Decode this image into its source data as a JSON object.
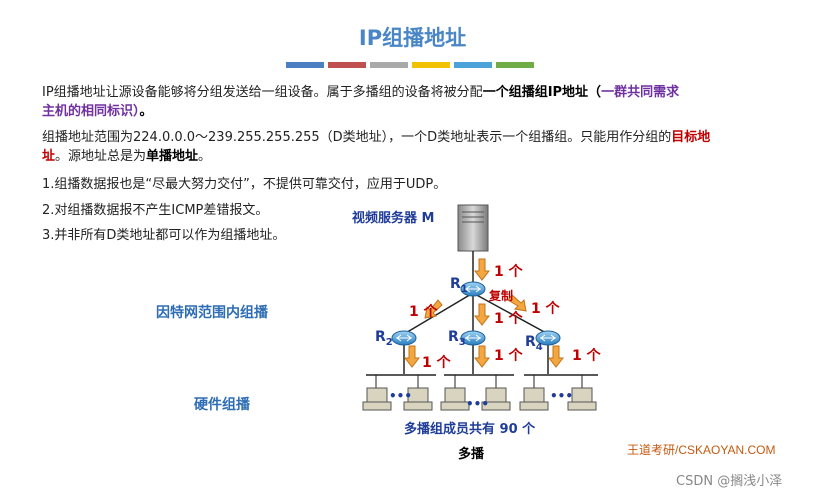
{
  "title": "IP组播地址",
  "colors": [
    "#4a7fc1",
    "#c05050",
    "#a9a9a9",
    "#f2c200",
    "#4aa3d8",
    "#70ad47"
  ],
  "p1": {
    "t1": "IP组播地址让源设备能够将分组发送给一组设备。属于多播组的设备将被分配",
    "b1": "一个组播组IP地址（",
    "purple1": "一群共同需求",
    "purple2": "主机的相同标识）",
    "b2": "。"
  },
  "p2": {
    "t1": "组播地址范围为224.0.0.0～239.255.255.255（D类地址），一个D类地址表示一个组播组。只能用作分组的",
    "red1": "目标地",
    "red2": "址",
    "t2": "。源地址总是为",
    "b1": "单播地址",
    "t3": "。"
  },
  "items": [
    "1.组播数据报也是“尽最大努力交付”，不提供可靠交付，应用于UDP。",
    "2.对组播数据报不产生ICMP差错报文。",
    "3.并非所有D类地址都可以作为组播地址。"
  ],
  "labels": {
    "internet": "因特网范围内组播",
    "hardware": "硬件组播"
  },
  "diagram": {
    "server": "视频服务器 M",
    "r1": "R",
    "r1sub": "1",
    "r2": "R",
    "r2sub": "2",
    "r3": "R",
    "r3sub": "3",
    "r4": "R",
    "r4sub": "4",
    "copy": "复制",
    "one": "1 个",
    "dots": "•••",
    "members": "多播组成员共有 90 个",
    "caption": "多播"
  },
  "footer": "王道考研/CSKAOYAN.COM",
  "watermark": "CSDN @搁浅小泽"
}
